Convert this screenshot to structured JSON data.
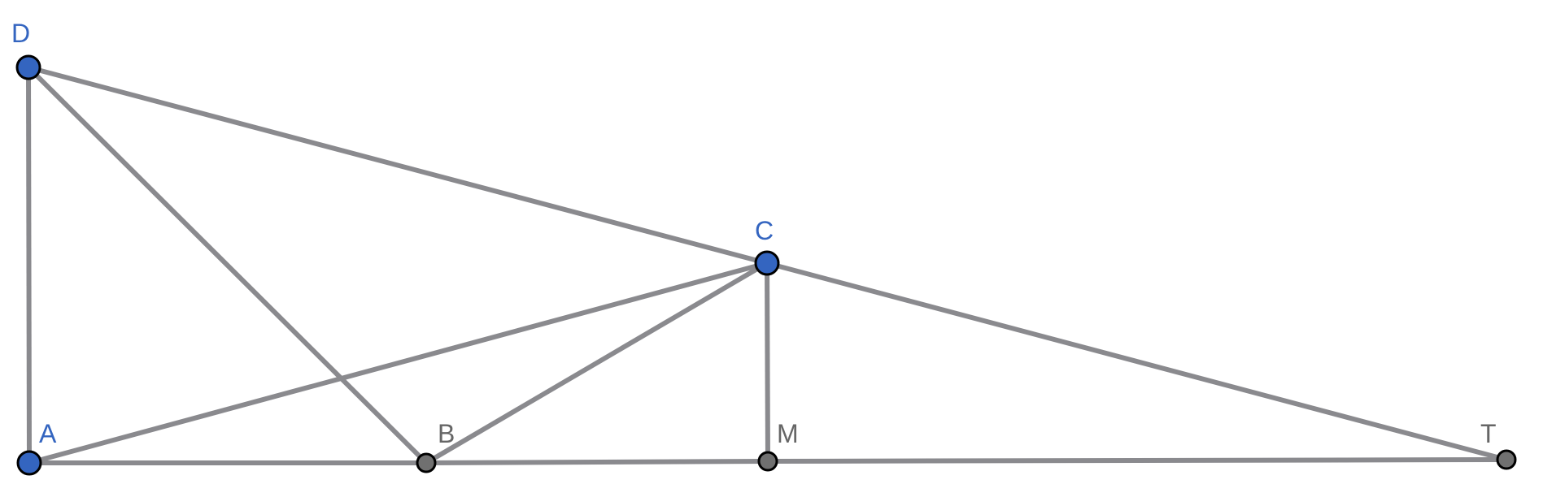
{
  "colors": {
    "segment": "#8a8a8e",
    "free_point": "#3465c0",
    "dependent_point": "#707070",
    "outline": "#000000",
    "free_label": "#3465c0",
    "dependent_label": "#666666"
  },
  "points": [
    {
      "id": "D",
      "label": "D",
      "free": true
    },
    {
      "id": "A",
      "label": "A",
      "free": true
    },
    {
      "id": "B",
      "label": "B",
      "free": false
    },
    {
      "id": "M",
      "label": "M",
      "free": false
    },
    {
      "id": "C",
      "label": "C",
      "free": true
    },
    {
      "id": "T",
      "label": "T",
      "free": false
    }
  ],
  "segments": [
    [
      "D",
      "A"
    ],
    [
      "D",
      "B"
    ],
    [
      "D",
      "C"
    ],
    [
      "C",
      "T"
    ],
    [
      "A",
      "C"
    ],
    [
      "B",
      "C"
    ],
    [
      "C",
      "M"
    ],
    [
      "A",
      "B"
    ],
    [
      "B",
      "M"
    ],
    [
      "M",
      "T"
    ]
  ]
}
